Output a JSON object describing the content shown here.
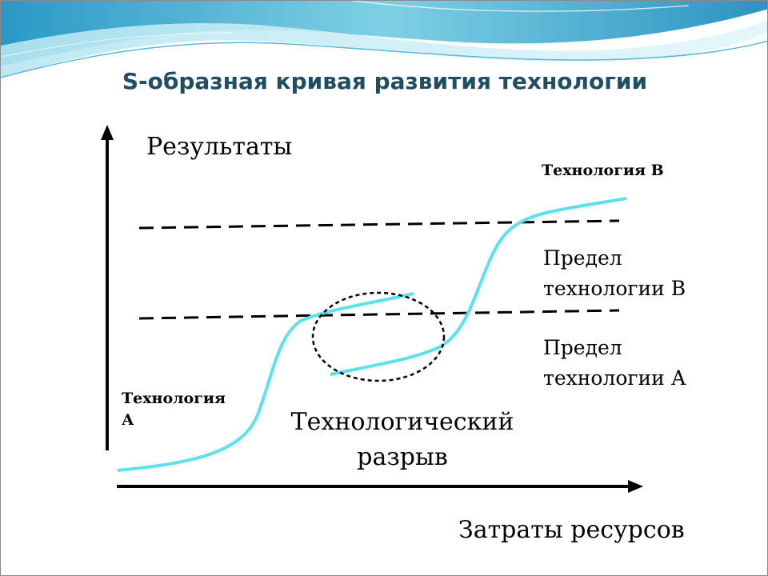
{
  "title": "S-образная кривая развития технологии",
  "labels": {
    "results": "Результаты",
    "costs": "Затраты ресурсов",
    "tech_b": "Технология В",
    "limit_b_line1": "Предел",
    "limit_b_line2": "технологии В",
    "limit_a_line1": "Предел",
    "limit_a_line2": "технологии А",
    "tech_a_line1": "Технология",
    "tech_a_line2": "А",
    "gap_line1": "Технологический",
    "gap_line2": "разрыв"
  },
  "colors": {
    "title": "#1f4e63",
    "curve": "#5ce1ec",
    "axes": "#000000"
  }
}
